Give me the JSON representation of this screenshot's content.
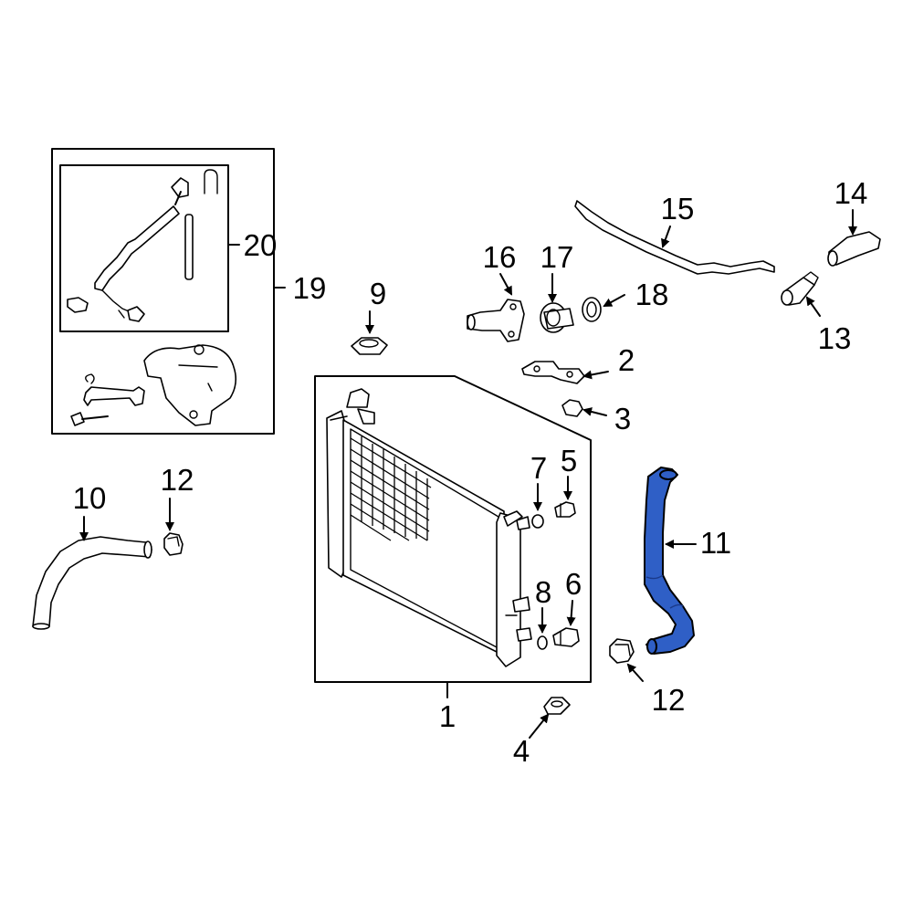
{
  "diagram": {
    "callouts": {
      "c1": "1",
      "c2": "2",
      "c3": "3",
      "c4": "4",
      "c5": "5",
      "c6": "6",
      "c7": "7",
      "c8": "8",
      "c9": "9",
      "c10": "10",
      "c11": "11",
      "c12a": "12",
      "c12b": "12",
      "c13": "13",
      "c14": "14",
      "c15": "15",
      "c16": "16",
      "c17": "17",
      "c18": "18",
      "c19": "19",
      "c20": "20"
    },
    "highlight_color": "#2f5fc6",
    "highlighted_part": "11"
  }
}
